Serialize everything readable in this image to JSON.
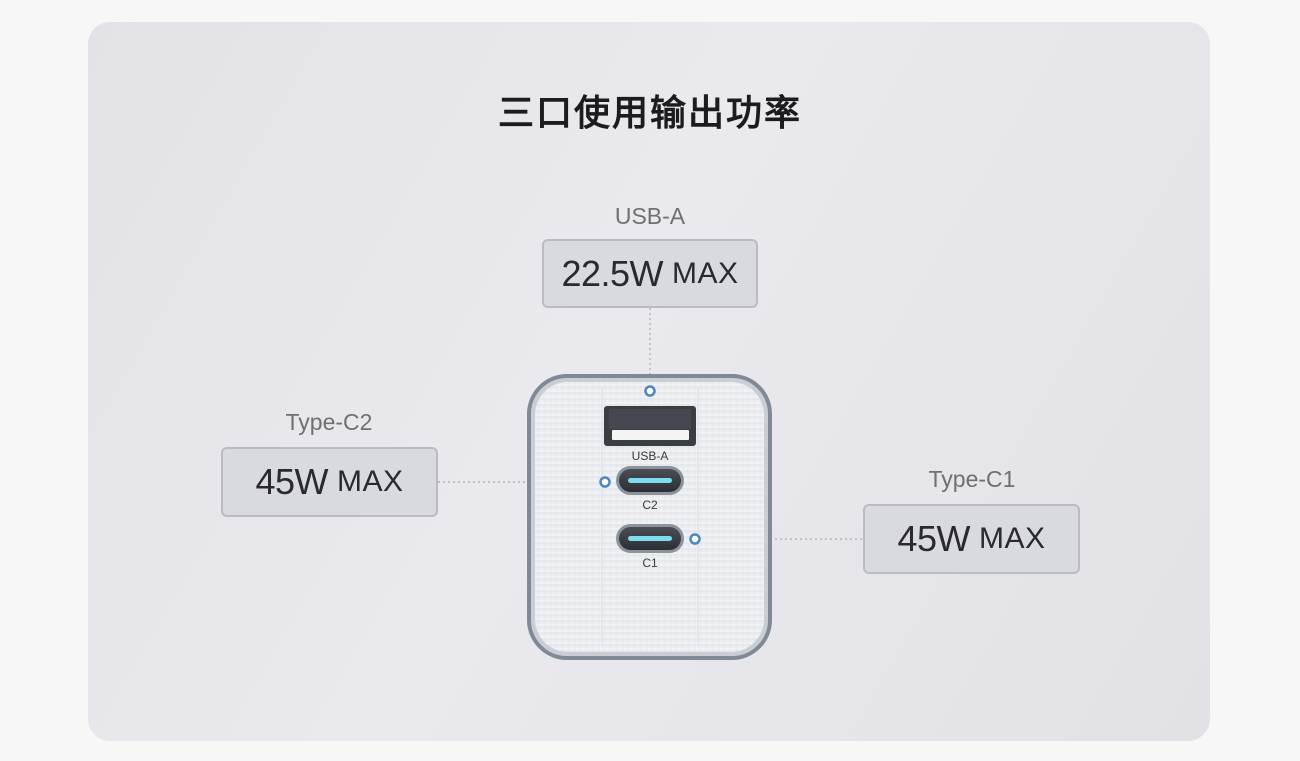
{
  "title": "三口使用输出功率",
  "ports": {
    "usb_a": {
      "name": "USB-A",
      "power_value": "22.5W",
      "power_unit": "MAX"
    },
    "type_c2": {
      "name": "Type-C2",
      "power_value": "45W",
      "power_unit": "MAX"
    },
    "type_c1": {
      "name": "Type-C1",
      "power_value": "45W",
      "power_unit": "MAX"
    }
  },
  "charger_labels": {
    "usb_a": "USB-A",
    "c2": "C2",
    "c1": "C1"
  },
  "colors": {
    "connector_dot": "#4d87c2",
    "port_glow": "#6fd0e6",
    "charger_outline": "#7f8a96"
  }
}
